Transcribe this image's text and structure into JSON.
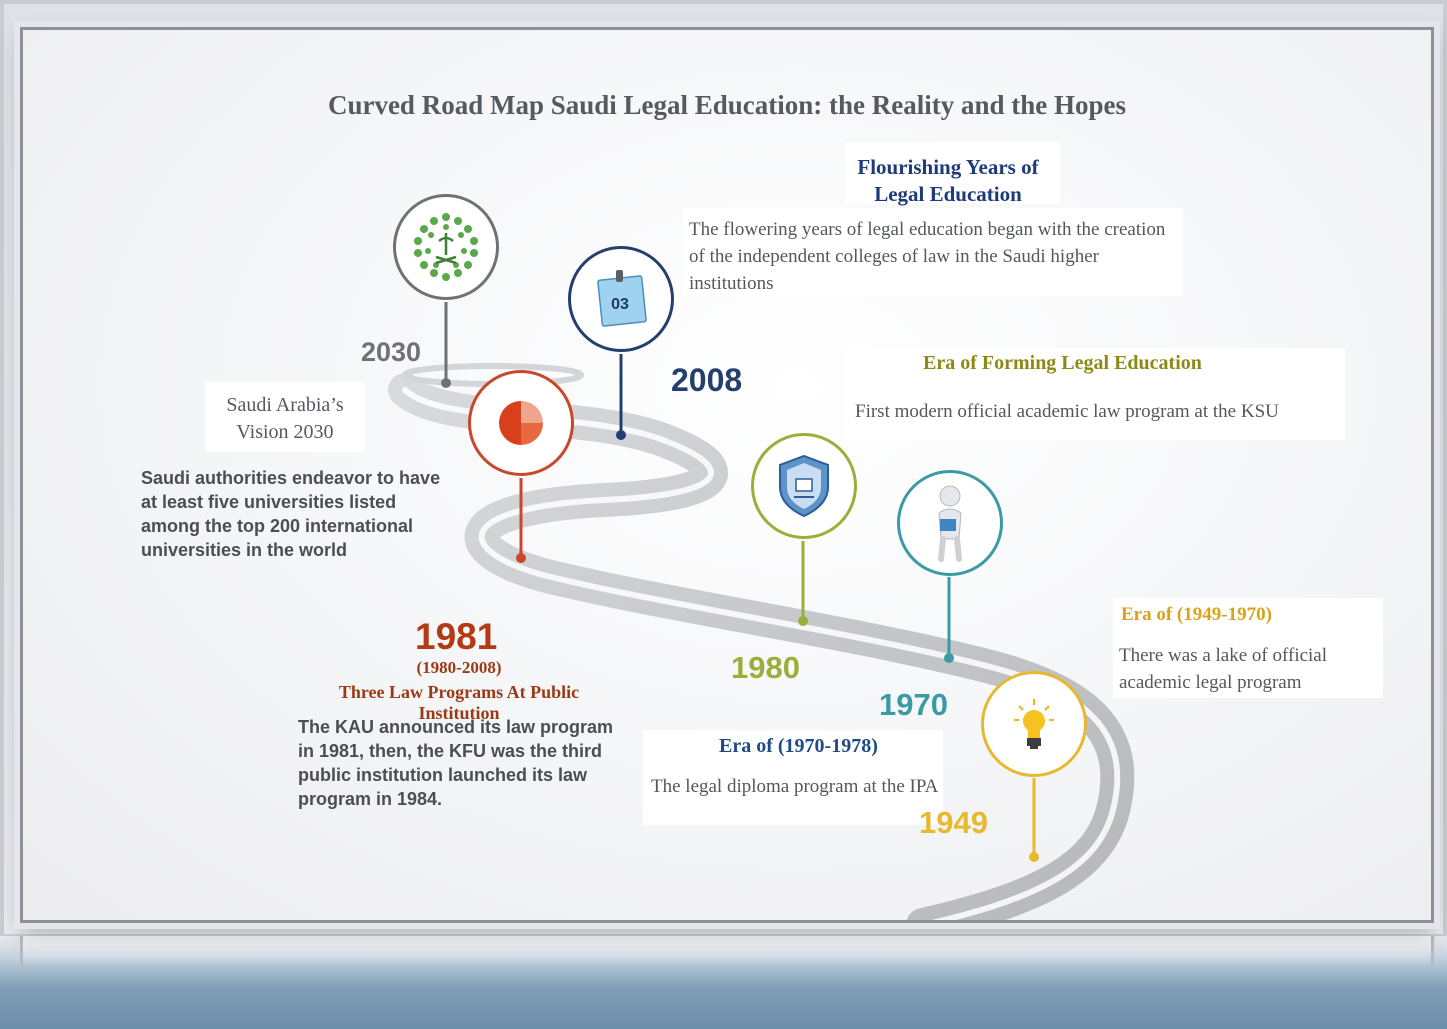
{
  "title": "Curved Road Map Saudi Legal Education: the Reality and the Hopes",
  "colors": {
    "gray": "#6f7275",
    "navy": "#243f6e",
    "orange": "#c9472a",
    "green": "#9aae3a",
    "teal": "#3a9aa5",
    "gold": "#e8b82e",
    "olive": "#8c8a14",
    "brown": "#9a3a14",
    "heading_navy": "#1f3a7a"
  },
  "milestones": {
    "m2030": {
      "year": "2030",
      "icon": "vision-2030-emblem-icon",
      "heading": "Saudi Arabia’s Vision 2030",
      "description": "Saudi authorities endeavor to have at least five universities listed among the top 200 international universities in the world"
    },
    "m2008": {
      "year": "2008",
      "icon": "calendar-note-icon",
      "icon_label": "03",
      "heading": "Flourishing Years of Legal Education",
      "description": "The flowering years of legal education began with the creation of the independent colleges of law in the Saudi higher institutions"
    },
    "m1981": {
      "year": "1981",
      "icon": "pie-chart-icon",
      "period": "(1980-2008)",
      "heading": "Three Law Programs At Public Institution",
      "description": "The KAU announced its law program in 1981, then, the KFU was the third public institution launched its law program in 1984."
    },
    "m1980": {
      "year": "1980",
      "icon": "university-shield-icon",
      "heading": "Era of Forming Legal Education",
      "description": "First modern official academic law program at the KSU"
    },
    "m1970": {
      "year": "1970",
      "icon": "figure-with-book-icon",
      "heading": "Era of (1970-1978)",
      "description": "The legal diploma program at the IPA"
    },
    "m1949": {
      "year": "1949",
      "icon": "lightbulb-icon",
      "heading": "Era of (1949-1970)",
      "description": "There was a lake of official academic legal program"
    }
  }
}
